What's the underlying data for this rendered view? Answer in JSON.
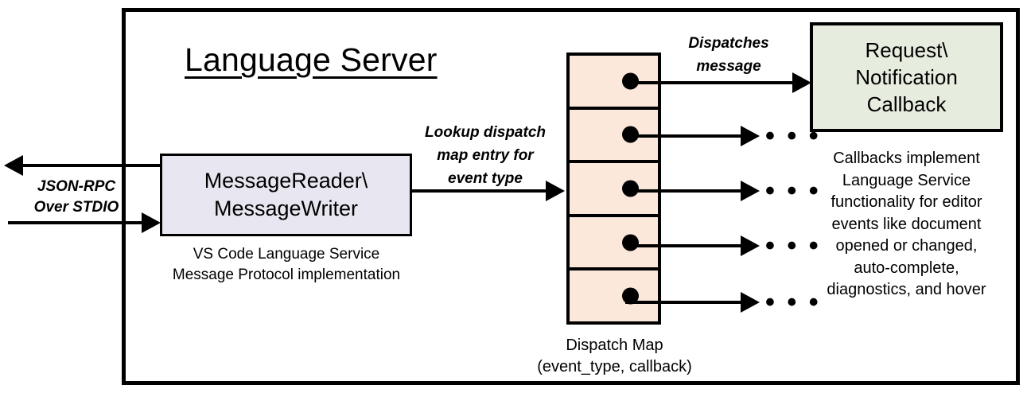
{
  "diagram": {
    "title": "Language Server",
    "external_protocol_label": [
      "JSON-RPC",
      "Over STDIO"
    ],
    "message_box": {
      "lines": [
        "MessageReader\\",
        "MessageWriter"
      ],
      "fill": "#e8e6f0",
      "caption": [
        "VS Code Language Service",
        "Message Protocol implementation"
      ]
    },
    "lookup_label": [
      "Lookup dispatch",
      "map entry for",
      "event type"
    ],
    "dispatch_map": {
      "fill": "#fbe8da",
      "row_count": 5,
      "caption": [
        "Dispatch Map",
        "(event_type, callback)"
      ]
    },
    "dispatches_message_label": [
      "Dispatches",
      "message"
    ],
    "callback_box": {
      "lines": [
        "Request\\",
        "Notification",
        "Callback"
      ],
      "fill": "#e7edde",
      "caption": [
        "Callbacks implement",
        "Language Service",
        "functionality for editor",
        "events like document",
        "opened or changed,",
        "auto-complete,",
        "diagnostics, and hover"
      ]
    },
    "ellipsis": "• • •",
    "colors": {
      "stroke": "#000000",
      "background": "#ffffff"
    }
  }
}
